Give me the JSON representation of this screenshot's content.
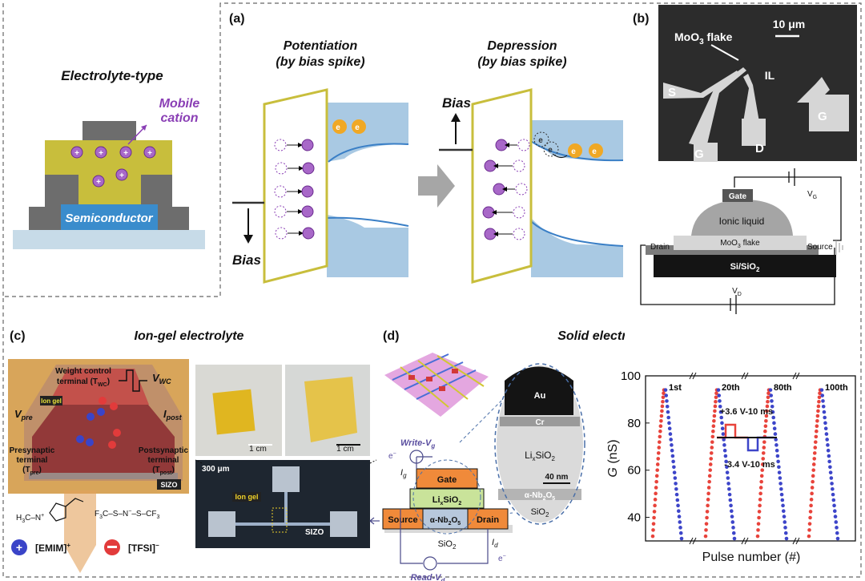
{
  "left_panel": {
    "title": "Electrolyte-type",
    "mobile_label": "Mobile",
    "cation_label": "cation",
    "semiconductor_label": "Semiconductor"
  },
  "panel_a": {
    "letter": "(a)",
    "potentiation_title": "Potentiation",
    "potentiation_sub": "(by bias spike)",
    "depression_title": "Depression",
    "depression_sub": "(by bias spike)",
    "bias_left": "Bias",
    "bias_right": "Bias",
    "electron_label": "e",
    "electron_sup": "−"
  },
  "panel_b": {
    "letter": "(b)",
    "scalebar": "10 μm",
    "flake_label": "MoO",
    "flake_sub": "3",
    "flake_suffix": " flake",
    "il_label": "IL",
    "s_label": "S",
    "g_label_left": "G",
    "d_label": "D",
    "g_label_right": "G",
    "gate": "Gate",
    "vg": "V",
    "vg_sub": "G",
    "ionic_liquid": "Ionic liquid",
    "moo3_flake": "MoO",
    "moo3_sub": "3",
    "moo3_suffix": " flake",
    "drain": "Drain",
    "source": "Source",
    "substrate": "Si/SiO",
    "substrate_sub": "2",
    "vd": "V",
    "vd_sub": "D"
  },
  "panel_c": {
    "letter": "(c)",
    "title": "Ion-gel electrolyte",
    "weight_control": "Weight control",
    "terminal_wc": "terminal (T",
    "terminal_wc_sub": "WC",
    "vwc": "V",
    "vwc_sub": "WC",
    "ion_gel_tag": "Ion gel",
    "vpre": "V",
    "vpre_sub": "pre",
    "ipost": "I",
    "ipost_sub": "post",
    "presynaptic": "Presynaptic",
    "terminal": "terminal",
    "tpre": "(T",
    "tpre_sub": "pre",
    "postsynaptic": "Postsynaptic",
    "tpost": "(T",
    "tpost_sub": "post",
    "sizo": "SIZO",
    "emim": "[EMIM]",
    "emim_sup": "+",
    "tfsi": "[TFSI]",
    "tfsi_sup": "−",
    "h3c": "H",
    "f3c": "F",
    "cf3": "CF",
    "scale_1cm_a": "1 cm",
    "scale_1cm_b": "1 cm",
    "scale_300": "300 μm",
    "micro_ion_gel": "Ion gel",
    "micro_sizo": "SIZO"
  },
  "panel_d": {
    "letter": "(d)",
    "title": "Solid electrolyte",
    "write_vg": "Write-V",
    "write_vg_sub": "g",
    "read_vd": "Read-V",
    "read_vd_sub": "d",
    "ig": "I",
    "ig_sub": "g",
    "id": "I",
    "id_sub": "d",
    "gate": "Gate",
    "lixsio2": "Li",
    "lixsio2_x": "x",
    "lixsio2_rest": "SiO",
    "lixsio2_sub": "2",
    "source": "Source",
    "channel": "α-Nb",
    "channel_sub1": "2",
    "channel_o": "O",
    "channel_sub2": "5",
    "drain": "Drain",
    "sio2": "SiO",
    "sio2_sub": "2",
    "tem_au": "Au",
    "tem_cr": "Cr",
    "tem_lixsio2": "Li",
    "tem_x": "x",
    "tem_rest": "SiO",
    "tem_sub": "2",
    "tem_scale": "40 nm",
    "tem_nb": "α-Nb",
    "tem_nb_sub1": "2",
    "tem_nb_o": "O",
    "tem_nb_sub2": "5",
    "tem_sio2": "SiO",
    "tem_sio2_sub": "2",
    "electron": "e",
    "electron_sup": "−"
  },
  "chart_data": {
    "type": "scatter",
    "title": "",
    "xlabel": "Pulse number (#)",
    "ylabel": "G (nS)",
    "ylim": [
      30,
      100
    ],
    "yticks": [
      40,
      60,
      80,
      100
    ],
    "cycle_labels": [
      "1st",
      "20th",
      "80th",
      "100th"
    ],
    "annotations": [
      "+3.6 V-10 ms",
      "-3.4 V-10 ms"
    ],
    "series": [
      {
        "name": "",
        "color": "#e8433b",
        "segment": "potentiation",
        "start": 32,
        "end": 94
      },
      {
        "name": "",
        "color": "#3d45c9",
        "segment": "depression",
        "start": 94,
        "end": 31
      }
    ],
    "points_per_segment": 28
  },
  "colors": {
    "gold": "#c8be3c",
    "purple": "#8a3fb5",
    "band_blue": "#a9c9e3",
    "electron_orange": "#f0a825",
    "pot_red": "#e8433b",
    "dep_blue": "#3d45c9",
    "dashed": "#555555"
  }
}
